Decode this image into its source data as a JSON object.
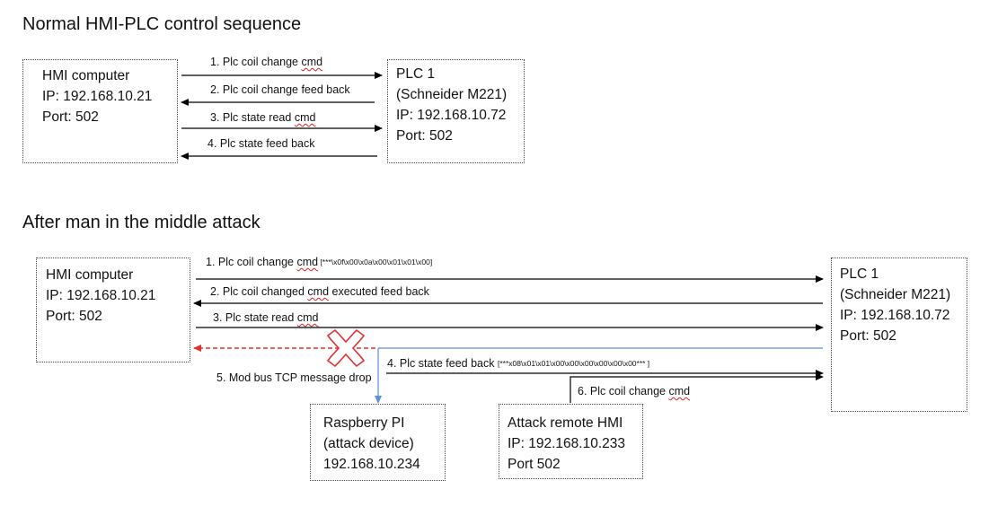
{
  "normal": {
    "title": "Normal HMI-PLC control sequence",
    "hmi": {
      "lines": [
        "HMI computer",
        "IP: 192.168.10.21",
        "Port: 502"
      ]
    },
    "plc": {
      "lines": [
        "PLC 1",
        "(Schneider M221)",
        "IP: 192.168.10.72",
        "Port: 502"
      ]
    },
    "messages": [
      {
        "prefix": "1. Plc coil change ",
        "squig": "cmd",
        "suffix": ""
      },
      {
        "prefix": "2. Plc coil change feed back",
        "squig": "",
        "suffix": ""
      },
      {
        "prefix": "3. Plc state read ",
        "squig": "cmd",
        "suffix": ""
      },
      {
        "prefix": "4. Plc state feed back",
        "squig": "",
        "suffix": ""
      }
    ]
  },
  "attack": {
    "title": "After man in the middle attack",
    "hmi": {
      "lines": [
        "HMI computer",
        "IP: 192.168.10.21",
        "Port: 502"
      ]
    },
    "plc": {
      "lines": [
        "PLC 1",
        "(Schneider M221)",
        "IP: 192.168.10.72",
        "Port: 502"
      ]
    },
    "raspberry": {
      "lines": [
        "Raspberry PI",
        "(attack device)",
        "192.168.10.234"
      ]
    },
    "remote_hmi": {
      "lines": [
        "Attack remote HMI",
        "IP: 192.168.10.233",
        "Port 502"
      ]
    },
    "msg1": {
      "prefix": "1. Plc coil change ",
      "squig": "cmd",
      "payload": " [***\\x0f\\x00\\x0a\\x00\\x01\\x01\\x00]"
    },
    "msg2": {
      "prefix": "2. Plc coil changed ",
      "squig": "cmd",
      "suffix": " executed feed back"
    },
    "msg3": {
      "prefix": "3. Plc state read ",
      "squig": "cmd"
    },
    "msg4": {
      "prefix": "4. Plc state feed back ",
      "payload": "[***x08\\x01\\x01\\x00\\x00\\x00\\x00\\x00\\x00*** ]"
    },
    "msg5": {
      "text": "5. Mod bus TCP message drop"
    },
    "msg6": {
      "prefix": "6. Plc coil change ",
      "squig": "cmd"
    }
  },
  "colors": {
    "arrow": "#000000",
    "blue_line": "#5b8fd6",
    "drop": "#e03030"
  }
}
